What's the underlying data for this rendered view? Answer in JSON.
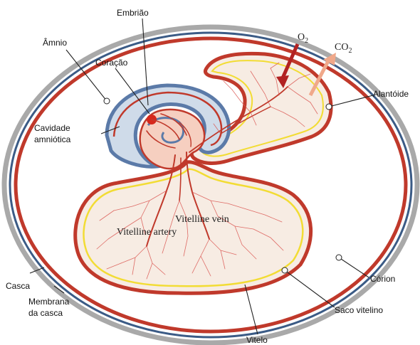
{
  "labels": {
    "embriao": "Embrião",
    "amnio": "Âmnio",
    "coracao": "Coração",
    "cavidade_1": "Cavidade",
    "cavidade_2": "amniótica",
    "o2_base": "O",
    "o2_sub": "2",
    "co2_base": "CO",
    "co2_sub": "2",
    "alantoide": "Alantóide",
    "vitelline_vein": "Vitelline vein",
    "vitelline_artery": "Vitelline artery",
    "casca": "Casca",
    "membrana_1": "Membrana",
    "membrana_2": "da casca",
    "corion": "Córion",
    "saco_vitelino": "Saco vitelino",
    "vitelo": "Vitelo"
  },
  "colors": {
    "shell_outer": "#a9a9a9",
    "shell_inner": "#3b5b86",
    "chorion": "#c0392b",
    "yolk_sac_inner": "#f2dc34",
    "yolk_fill": "#f7ece3",
    "allantois_fill": "#f7ece3",
    "amnion_blue": "#5b7aa8",
    "amnion_pale": "#cfdbe9",
    "vessel": "#c0392b",
    "heart": "#d6281c",
    "o2_arrow": "#b22222",
    "co2_arrow": "#f0a88a"
  }
}
